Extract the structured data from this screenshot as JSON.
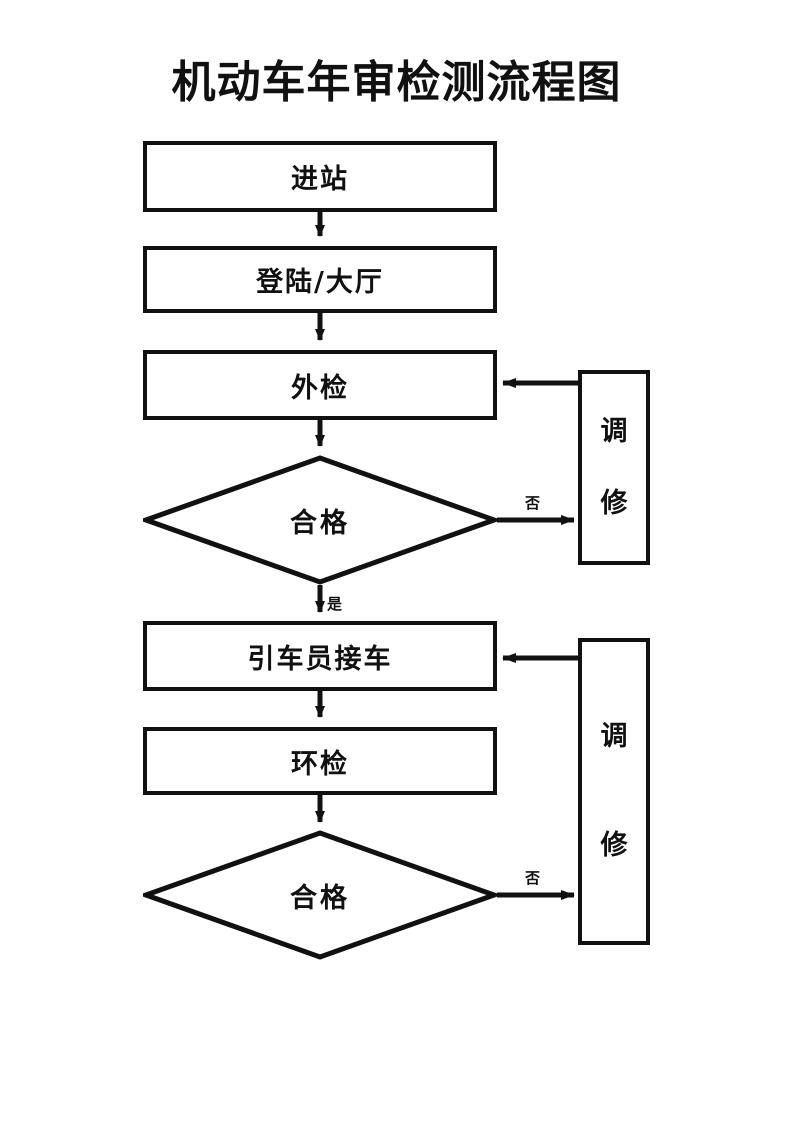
{
  "document": {
    "title": "机动车年审检测流程图",
    "background_color": "#ffffff",
    "line_color": "#111111",
    "text_color": "#111111"
  },
  "diagram": {
    "type": "flowchart",
    "orientation": "top-to-bottom",
    "nodes": [
      {
        "id": "n1",
        "label": "进站",
        "shape": "rectangle"
      },
      {
        "id": "n2",
        "label": "登陆/大厅",
        "shape": "rectangle"
      },
      {
        "id": "n3",
        "label": "外检",
        "shape": "rectangle"
      },
      {
        "id": "n4",
        "label": "合格",
        "shape": "diamond"
      },
      {
        "id": "n5",
        "label": "引车员接车",
        "shape": "rectangle"
      },
      {
        "id": "n6",
        "label": "环检",
        "shape": "rectangle"
      },
      {
        "id": "n7",
        "label": "合格",
        "shape": "diamond"
      },
      {
        "id": "r1",
        "label": "调修",
        "shape": "rectangle-vertical",
        "chars": [
          "调",
          "修"
        ]
      },
      {
        "id": "r2",
        "label": "调修",
        "shape": "rectangle-vertical",
        "chars": [
          "调",
          "修"
        ]
      }
    ],
    "edges": [
      {
        "from": "n1",
        "to": "n2",
        "label": ""
      },
      {
        "from": "n2",
        "to": "n3",
        "label": ""
      },
      {
        "from": "n3",
        "to": "n4",
        "label": ""
      },
      {
        "from": "n4",
        "to": "r1",
        "label": "否"
      },
      {
        "from": "n4",
        "to": "n5",
        "label": "是"
      },
      {
        "from": "r1",
        "to": "n3",
        "label": ""
      },
      {
        "from": "n5",
        "to": "n6",
        "label": ""
      },
      {
        "from": "n6",
        "to": "n7",
        "label": ""
      },
      {
        "from": "n7",
        "to": "r2",
        "label": "否"
      },
      {
        "from": "r2",
        "to": "n5",
        "label": ""
      }
    ],
    "labels": {
      "no_1": "否",
      "yes_1": "是",
      "no_2": "否"
    }
  }
}
